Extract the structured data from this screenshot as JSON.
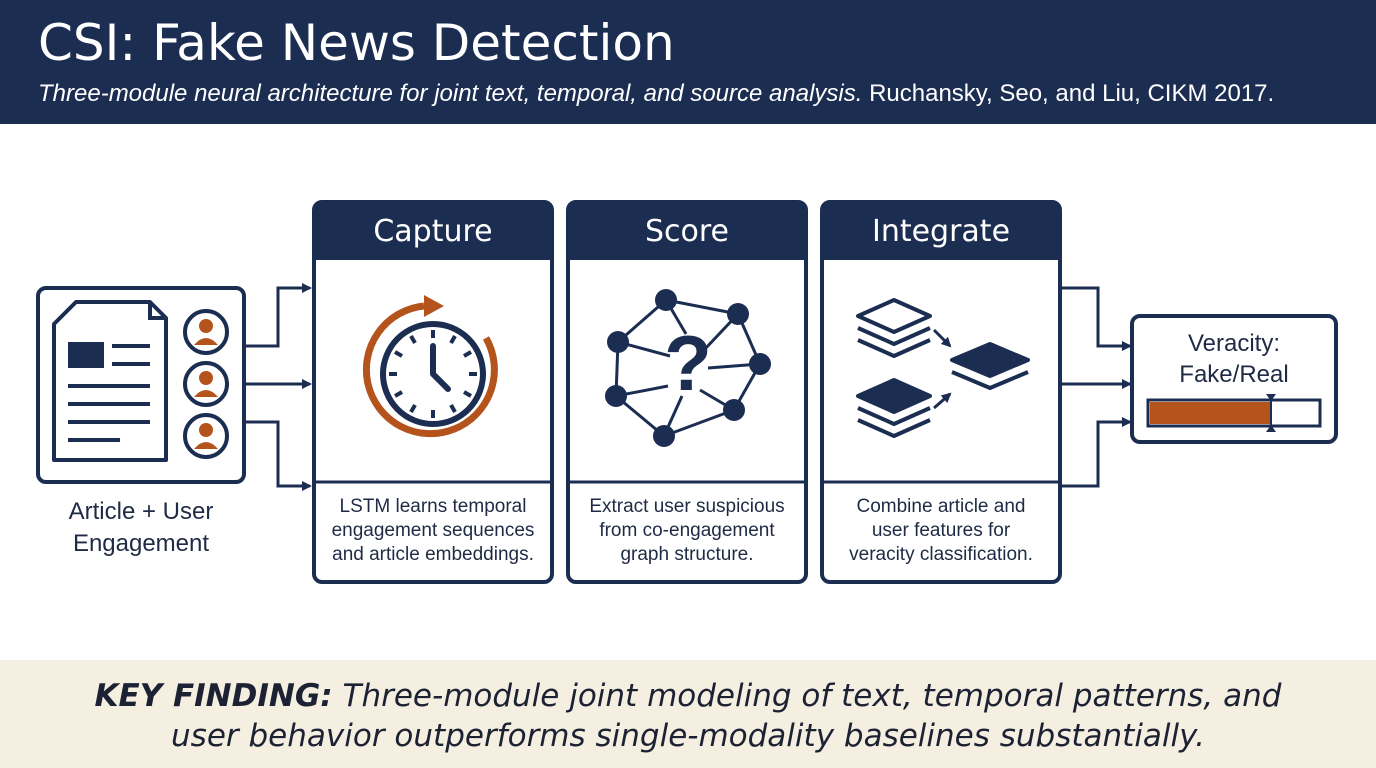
{
  "header": {
    "title": "CSI: Fake News Detection",
    "subtitle_italic": "Three-module neural architecture for joint text, temporal, and source analysis.",
    "subtitle_plain": "Ruchansky, Seo, and Liu, CIKM 2017."
  },
  "input": {
    "label_line1": "Article + User",
    "label_line2": "Engagement",
    "icons": [
      "document-icon",
      "user-icon",
      "user-icon",
      "user-icon"
    ]
  },
  "modules": [
    {
      "title": "Capture",
      "icon": "clock-cycle-icon",
      "desc": [
        "LSTM learns temporal",
        "engagement sequences",
        "and article embeddings."
      ]
    },
    {
      "title": "Score",
      "icon": "question-network-icon",
      "desc": [
        "Extract user suspicious",
        "from co-engagement",
        "graph structure."
      ]
    },
    {
      "title": "Integrate",
      "icon": "layers-merge-icon",
      "desc": [
        "Combine article and",
        "user features for",
        "veracity classification."
      ]
    }
  ],
  "output": {
    "label_line1": "Veracity:",
    "label_line2": "Fake/Real",
    "score_fraction": 0.72
  },
  "finding": {
    "label": "KEY FINDING:",
    "text": "Three-module joint modeling of text, temporal patterns, and user behavior outperforms single-modality baselines substantially."
  },
  "colors": {
    "navy": "#1c2d52",
    "accent": "#b5531c",
    "finding_bg": "#f4efe0"
  }
}
